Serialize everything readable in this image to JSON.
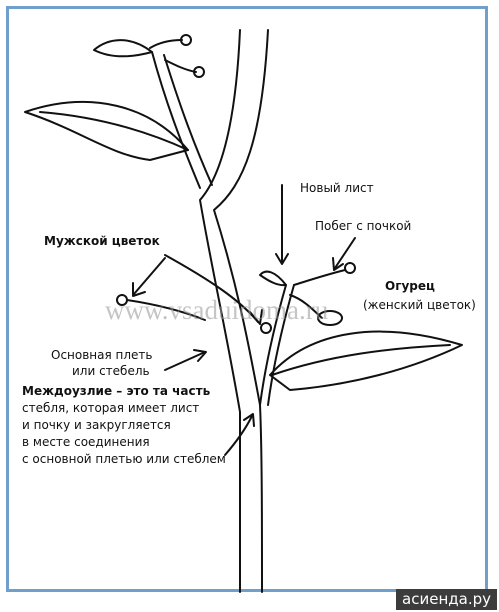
{
  "labels": {
    "new_leaf": "Новый лист",
    "shoot_bud": "Побег с почкой",
    "male_flower": "Мужской цветок",
    "cucumber": "Огурец",
    "female_flower": "(женский цветок)",
    "main_vine_1": "Основная плеть",
    "main_vine_2": "или стебель",
    "internode_1": "Междоузлие – это та часть",
    "internode_2": "стебля, которая имеет лист",
    "internode_3": "и почку и закругляется",
    "internode_4": "в месте соединения",
    "internode_5": "с основной плетью или стеблем"
  },
  "watermark": "www.vsaduidoma.ru",
  "footer": "асиенда.ру",
  "colors": {
    "frame": "#6f9fca",
    "ink": "#111111",
    "footer_bg": "#3c3c3c"
  }
}
